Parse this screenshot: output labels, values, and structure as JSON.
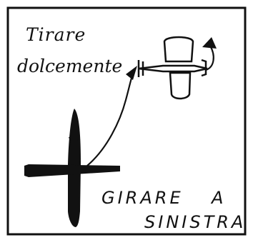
{
  "labels": {
    "line1": "Tirare",
    "line2": "dolcemente",
    "instruction_word": "GIRARE",
    "instruction_letter": "A",
    "instruction_direction": "SINISTRA"
  },
  "colors": {
    "ink": "#111111",
    "background": "#ffffff"
  },
  "icons": [
    "airplane-topview-icon",
    "biplane-icon",
    "curved-arrow-icon",
    "rotation-arrow-icon"
  ]
}
